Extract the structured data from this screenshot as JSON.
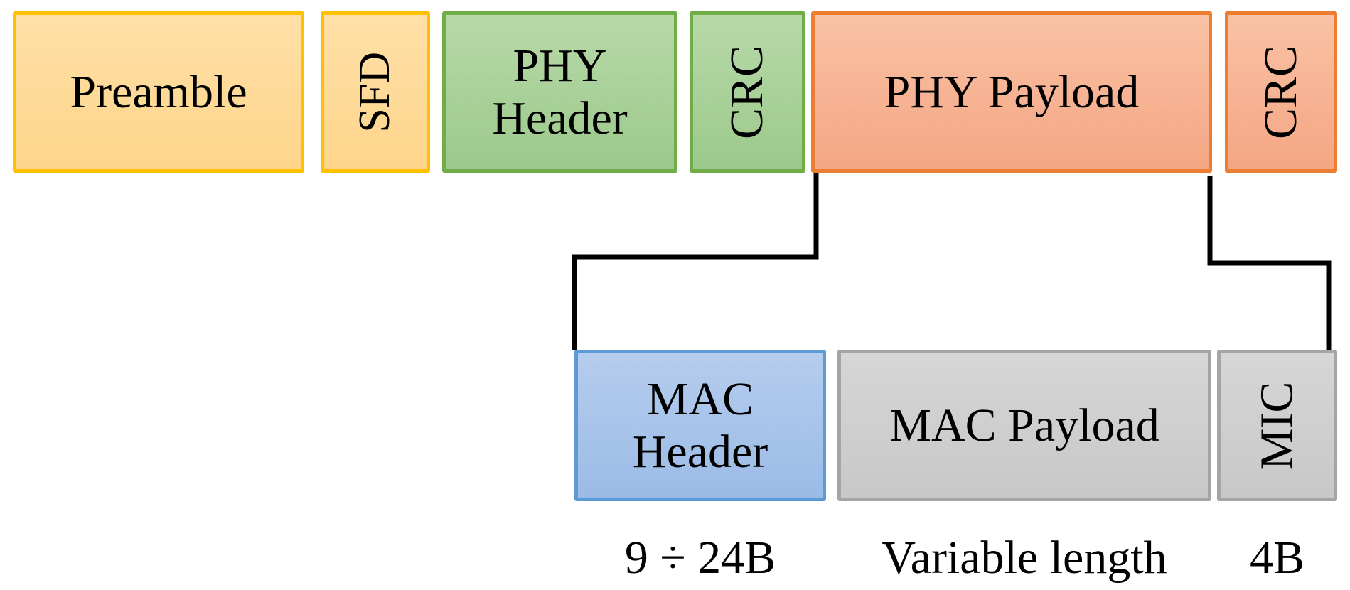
{
  "phy_frame": {
    "preamble": {
      "label": "Preamble",
      "fill_top": "#ffe0a8",
      "fill_bottom": "#fed58a",
      "border": "#ffc000"
    },
    "sfd": {
      "label": "SFD",
      "fill_top": "#ffe0a8",
      "fill_bottom": "#fed58a",
      "border": "#ffc000"
    },
    "phy_header": {
      "label_line1": "PHY",
      "label_line2": "Header",
      "fill_top": "#b7d9a9",
      "fill_bottom": "#9cc98b",
      "border": "#70ad47"
    },
    "phy_crc": {
      "label": "CRC",
      "fill_top": "#b7d9a9",
      "fill_bottom": "#9cc98b",
      "border": "#70ad47"
    },
    "phy_payload": {
      "label": "PHY Payload",
      "fill_top": "#f9c2a4",
      "fill_bottom": "#f4a684",
      "border": "#ed7d31"
    },
    "payload_crc": {
      "label": "CRC",
      "fill_top": "#f9c2a4",
      "fill_bottom": "#f4a684",
      "border": "#ed7d31"
    }
  },
  "mac_frame": {
    "mac_header": {
      "label_line1": "MAC",
      "label_line2": "Header",
      "size": "9 ÷ 24B",
      "fill_top": "#b5cdee",
      "fill_bottom": "#9bbbe6",
      "border": "#5b9bd5"
    },
    "mac_payload": {
      "label": "MAC Payload",
      "size": "Variable length",
      "fill_top": "#d6d6d6",
      "fill_bottom": "#c8c8c8",
      "border": "#a5a5a5"
    },
    "mic": {
      "label": "MIC",
      "size": "4B",
      "fill_top": "#d6d6d6",
      "fill_bottom": "#c8c8c8",
      "border": "#a5a5a5"
    }
  },
  "connector_color": "#000000"
}
